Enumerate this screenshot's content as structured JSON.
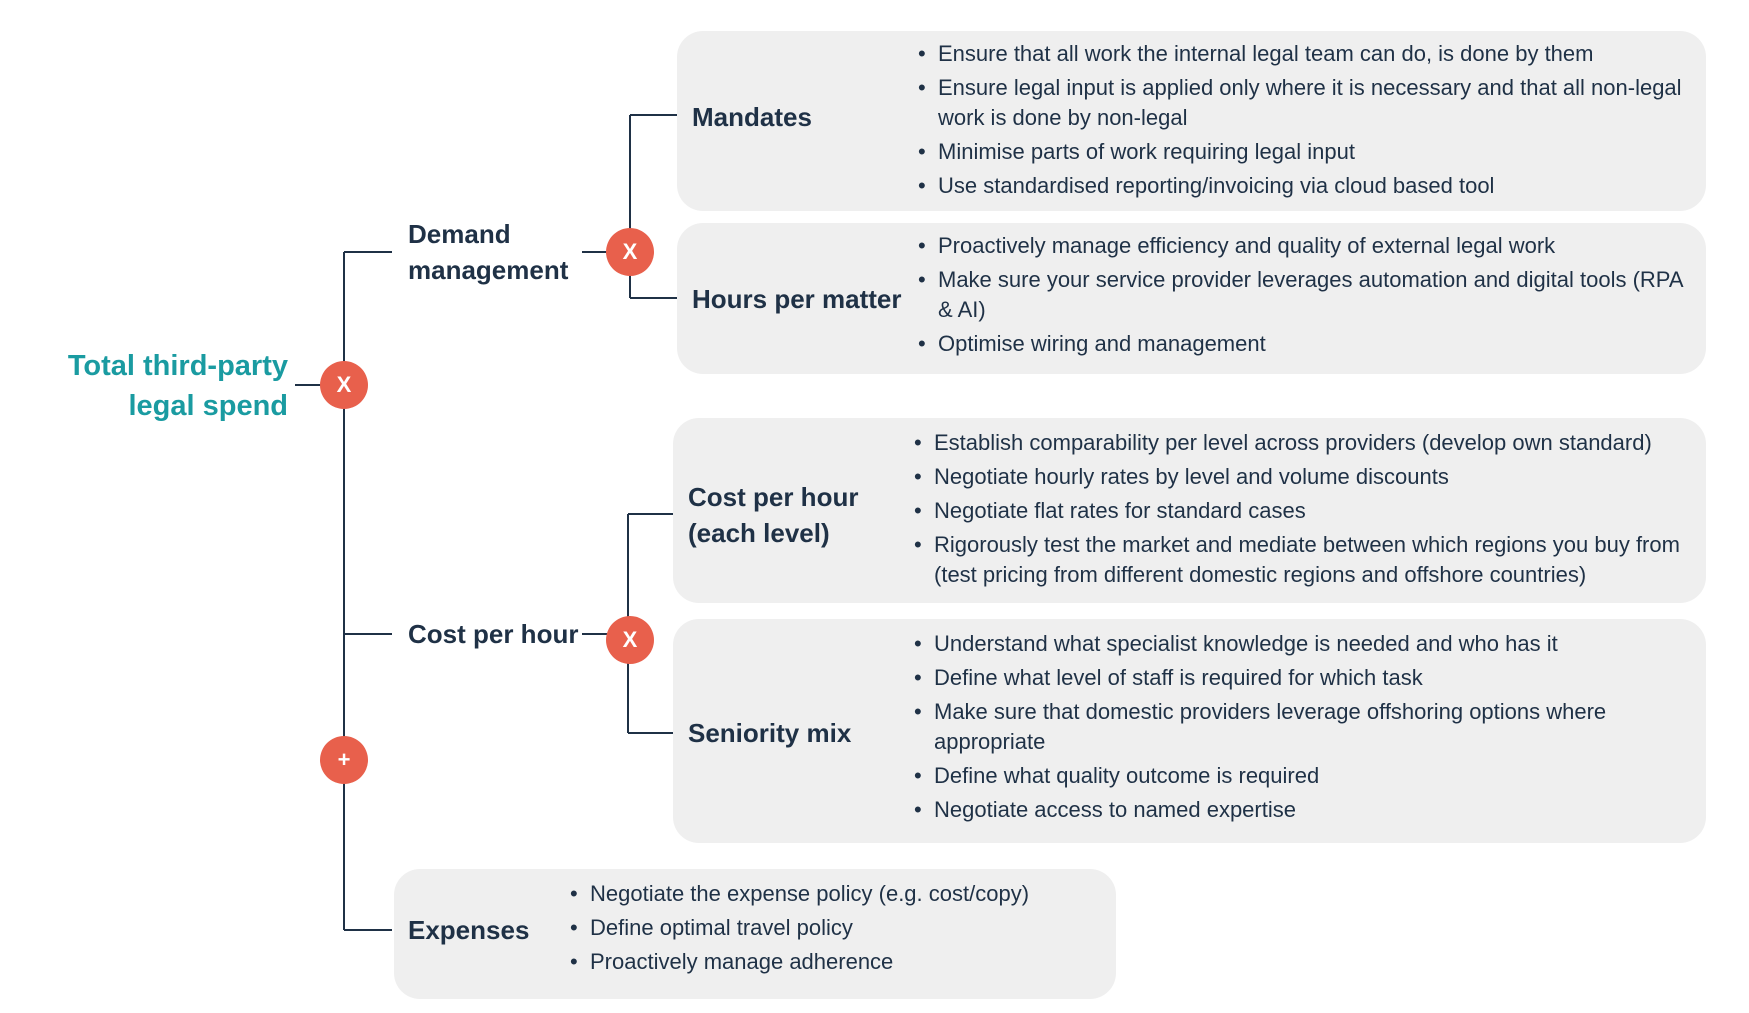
{
  "root": {
    "line1": "Total third-party",
    "line2": "legal spend"
  },
  "operators": {
    "root": "X",
    "demand": "X",
    "cost": "X",
    "sum": "+"
  },
  "demand": {
    "label_line1": "Demand",
    "label_line2": "management",
    "mandates": {
      "label": "Mandates",
      "bullets": [
        "Ensure that all work the internal legal team can do, is done by them",
        "Ensure legal input is applied only where it is necessary and that all non-legal work is done by non-legal",
        "Minimise parts of work requiring legal input",
        "Use standardised reporting/invoicing via cloud based tool"
      ]
    },
    "hours": {
      "label": "Hours per matter",
      "bullets": [
        "Proactively manage efficiency and quality of external legal work",
        "Make sure your service provider leverages automation and digital tools (RPA & AI)",
        "Optimise wiring and management"
      ]
    }
  },
  "cost": {
    "label": "Cost per hour",
    "per_level": {
      "label_line1": "Cost per hour",
      "label_line2": "(each level)",
      "bullets": [
        "Establish comparability per level across providers (develop own standard)",
        "Negotiate hourly rates by level and volume discounts",
        "Negotiate flat rates for standard cases",
        "Rigorously test the market and mediate between which regions you buy from (test pricing from different domestic regions and offshore countries)"
      ]
    },
    "seniority": {
      "label": "Seniority mix",
      "bullets": [
        "Understand what specialist knowledge is needed and who has it",
        "Define what level of staff is required for which task",
        "Make sure that domestic providers leverage offshoring options where appropriate",
        "Define what quality outcome is required",
        "Negotiate access to named expertise"
      ]
    }
  },
  "expenses": {
    "label": "Expenses",
    "bullets": [
      "Negotiate the expense policy (e.g. cost/copy)",
      "Define optimal travel policy",
      "Proactively manage adherence"
    ]
  },
  "colors": {
    "accent_teal": "#1a9ba1",
    "operator": "#e8604c",
    "text": "#1f3146",
    "box": "#efefef"
  }
}
